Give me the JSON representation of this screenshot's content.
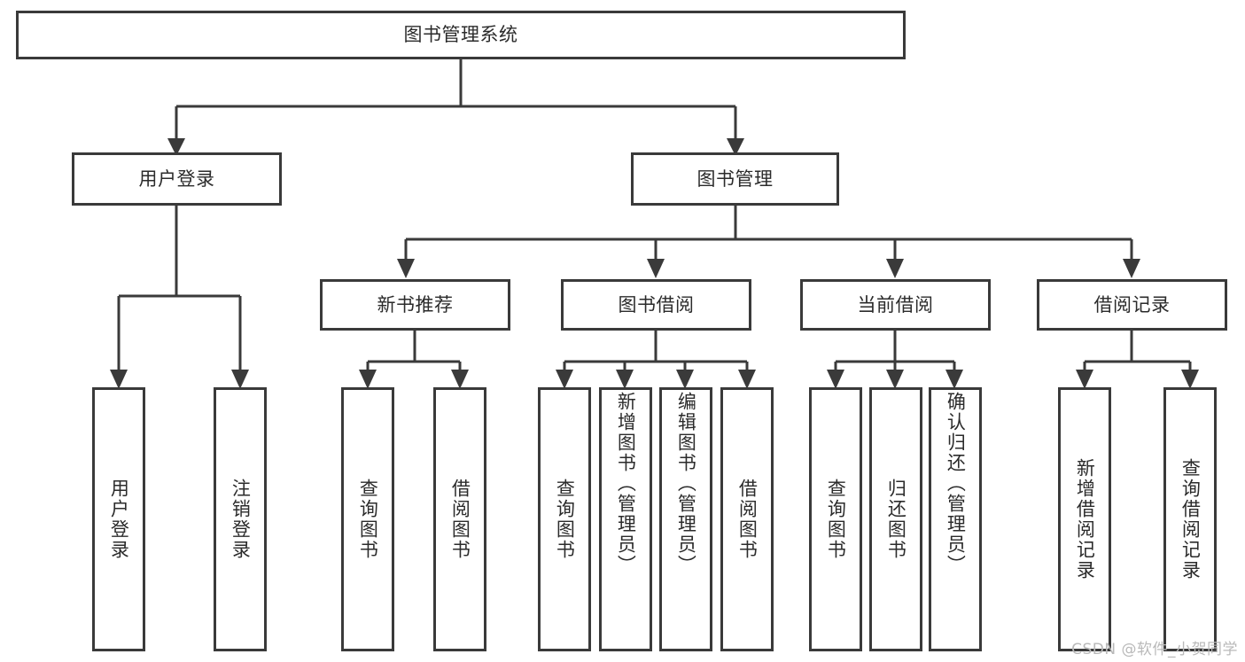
{
  "diagram": {
    "title": "图书管理系统",
    "type": "tree-hierarchy",
    "root": {
      "id": "root",
      "label": "图书管理系统"
    },
    "level2": [
      {
        "id": "user-login",
        "label": "用户登录"
      },
      {
        "id": "book-management",
        "label": "图书管理"
      }
    ],
    "level3": [
      {
        "id": "new-book-recommend",
        "label": "新书推荐",
        "parent": "book-management"
      },
      {
        "id": "book-borrow",
        "label": "图书借阅",
        "parent": "book-management"
      },
      {
        "id": "current-borrow",
        "label": "当前借阅",
        "parent": "book-management"
      },
      {
        "id": "borrow-record",
        "label": "借阅记录",
        "parent": "book-management"
      }
    ],
    "leaves": [
      {
        "id": "leaf-user-login",
        "label": "用户登录",
        "parent": "user-login"
      },
      {
        "id": "leaf-logout",
        "label": "注销登录",
        "parent": "user-login"
      },
      {
        "id": "leaf-query-book-1",
        "label": "查询图书",
        "parent": "new-book-recommend"
      },
      {
        "id": "leaf-borrow-book-1",
        "label": "借阅图书",
        "parent": "new-book-recommend"
      },
      {
        "id": "leaf-query-book-2",
        "label": "查询图书",
        "parent": "book-borrow"
      },
      {
        "id": "leaf-add-book",
        "label": "新增图书（管理员）",
        "parent": "book-borrow"
      },
      {
        "id": "leaf-edit-book",
        "label": "编辑图书（管理员）",
        "parent": "book-borrow"
      },
      {
        "id": "leaf-borrow-book-2",
        "label": "借阅图书",
        "parent": "book-borrow"
      },
      {
        "id": "leaf-query-book-3",
        "label": "查询图书",
        "parent": "current-borrow"
      },
      {
        "id": "leaf-return-book",
        "label": "归还图书",
        "parent": "current-borrow"
      },
      {
        "id": "leaf-confirm-return",
        "label": "确认归还（管理员）",
        "parent": "current-borrow"
      },
      {
        "id": "leaf-add-record",
        "label": "新增借阅记录",
        "parent": "borrow-record"
      },
      {
        "id": "leaf-query-record",
        "label": "查询借阅记录",
        "parent": "borrow-record"
      }
    ],
    "colors": {
      "line": "#3a3a3a",
      "box_border": "#3a3a3a",
      "box_fill": "#ffffff",
      "text": "#2b2b2b",
      "background": "#ffffff",
      "watermark": "#b9b9b9"
    }
  },
  "watermark": {
    "text": "CSDN @软件_小贺同学"
  }
}
